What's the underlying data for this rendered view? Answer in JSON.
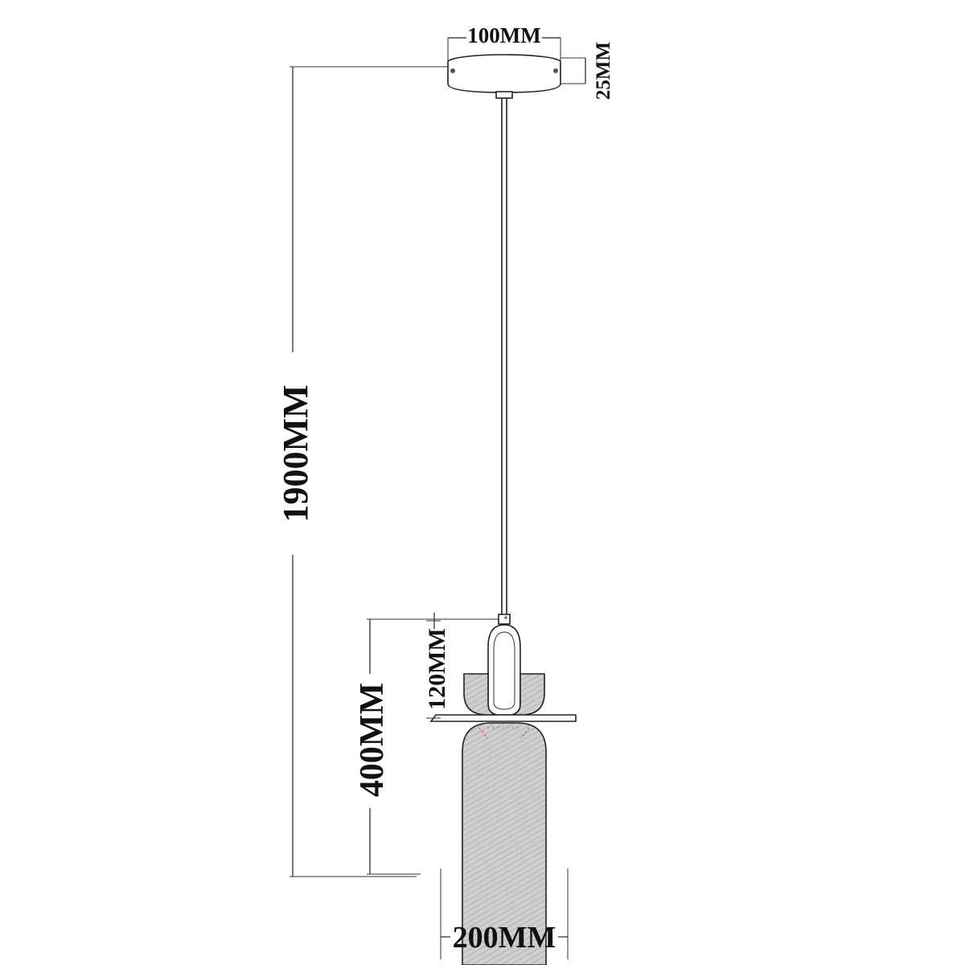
{
  "dimensions": {
    "canopy_width": "100MM",
    "canopy_height": "25MM",
    "overall_drop": "1900MM",
    "lamp_height": "400MM",
    "loop_height": "120MM",
    "shade_width": "200MM"
  },
  "colors": {
    "line": "#222222",
    "shade_fill": "#c9c9c9",
    "shade_hatch": "#9a9a9a",
    "accent": "#d04040"
  }
}
